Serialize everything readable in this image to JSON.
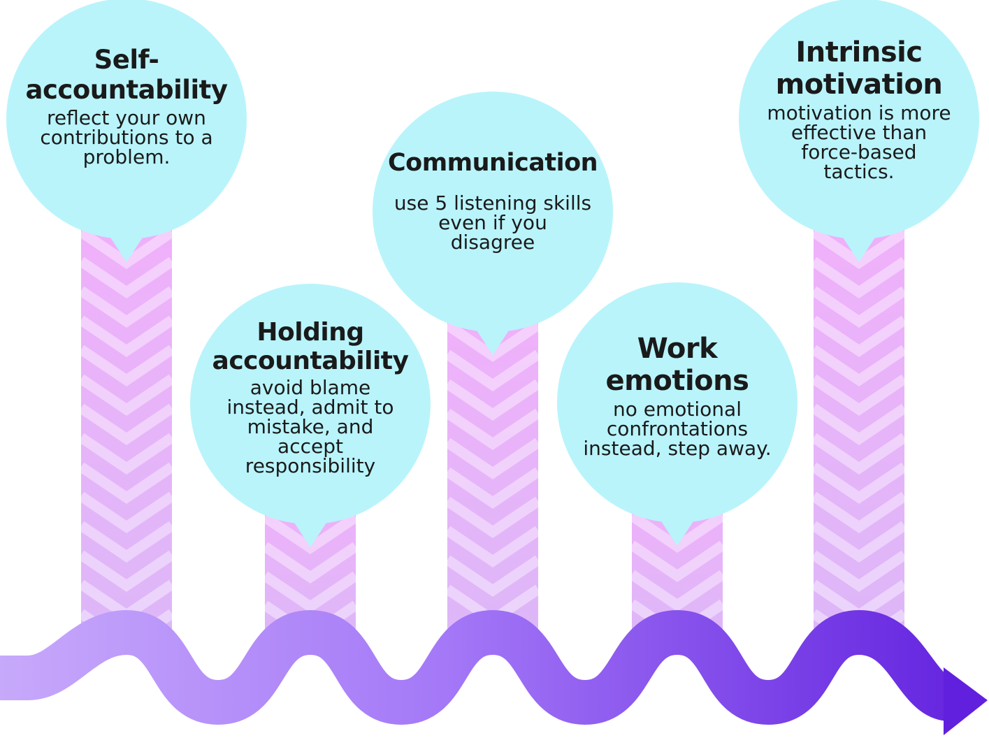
{
  "colors": {
    "bubble": "#b9f4fb",
    "stem_top": "#f0b0fa",
    "stem_bottom": "#ddb7f8",
    "chevron": "rgba(255,255,255,0.4)",
    "wave_start": "#c7a9fb",
    "wave_mid": "#a478f7",
    "wave_end": "#6120de"
  },
  "items": [
    {
      "title": "Self-\naccountability",
      "description": "reflect your own\ncontributions to a\nproblem."
    },
    {
      "title": "Holding\naccountability",
      "description": "avoid blame\ninstead, admit to\nmistake, and\naccept\nresponsibility"
    },
    {
      "title": "Communication",
      "description": "use 5 listening skills\neven if  you\ndisagree"
    },
    {
      "title": "Work\nemotions",
      "description": "no emotional\nconfrontations\ninstead, step away."
    },
    {
      "title": "Intrinsic\nmotivation",
      "description": "motivation is more\neffective than\nforce-based\ntactics."
    }
  ]
}
